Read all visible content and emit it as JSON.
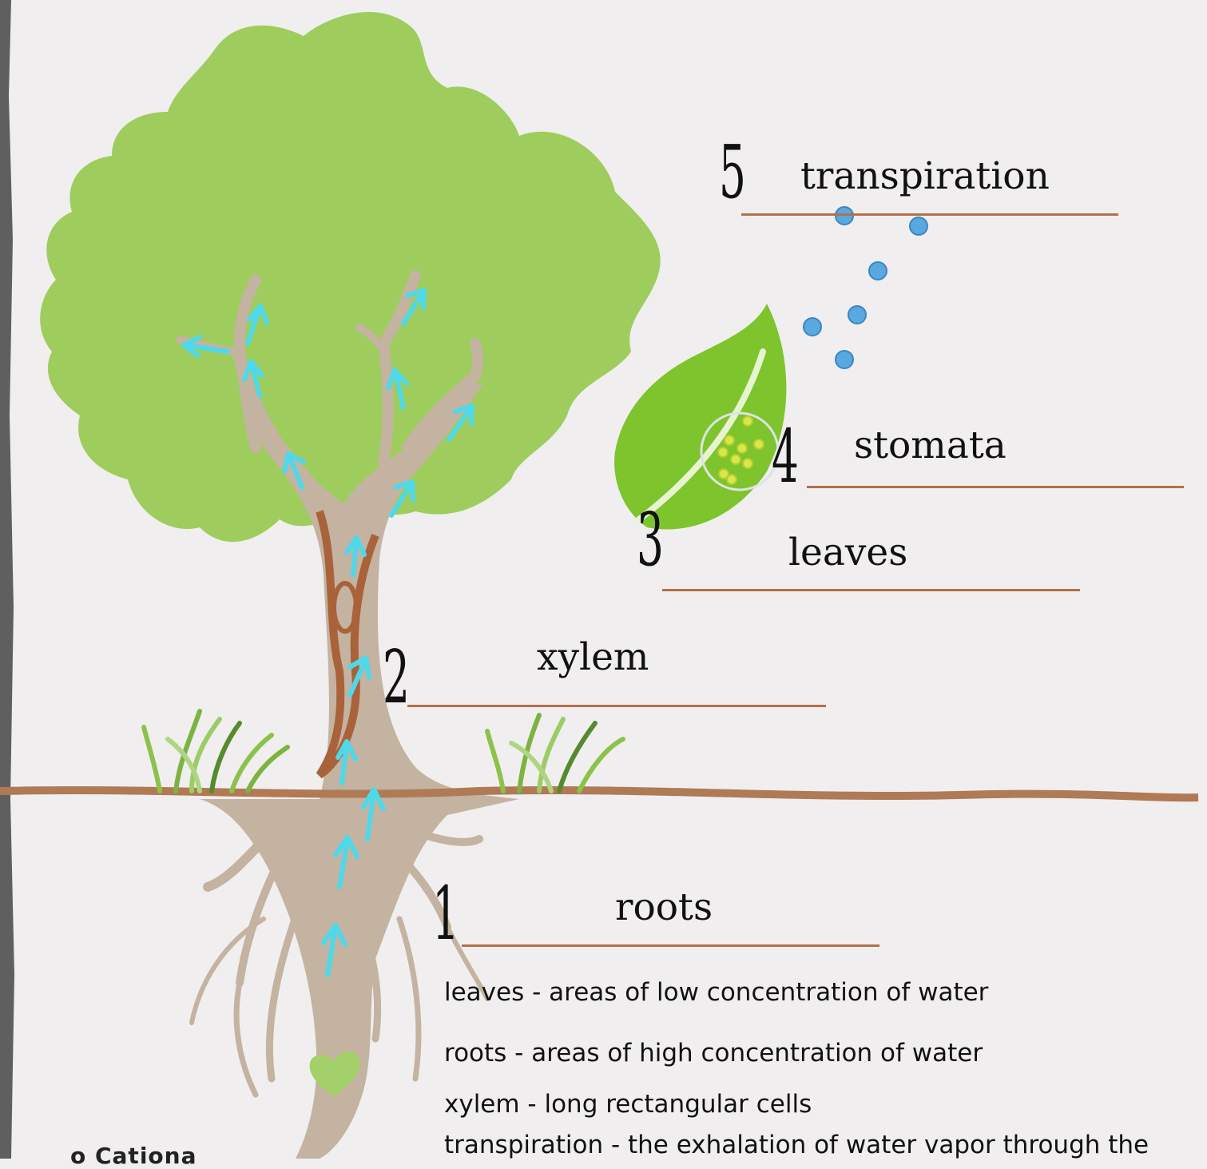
{
  "steps": [
    {
      "number": "1",
      "label": "roots"
    },
    {
      "number": "2",
      "label": "xylem"
    },
    {
      "number": "3",
      "label": "leaves"
    },
    {
      "number": "4",
      "label": "stomata"
    },
    {
      "number": "5",
      "label": "transpiration"
    }
  ],
  "definitions": [
    "leaves - areas of low concentration of water",
    "roots - areas of high concentration of water",
    "xylem - long rectangular cells",
    "transpiration - the exhalation of water vapor through the"
  ],
  "logo_text": "o Cationa",
  "colors": {
    "canopy": "#9ecd5d",
    "trunk": "#c3b3a0",
    "bark_detail": "#a9623a",
    "arrows": "#4ed9ea",
    "leaf": "#7ec42c",
    "ground": "#b07a55",
    "label_line": "#b5704a",
    "water_drop": "#5aa8e0",
    "side_bar": "#5f5f5f"
  }
}
